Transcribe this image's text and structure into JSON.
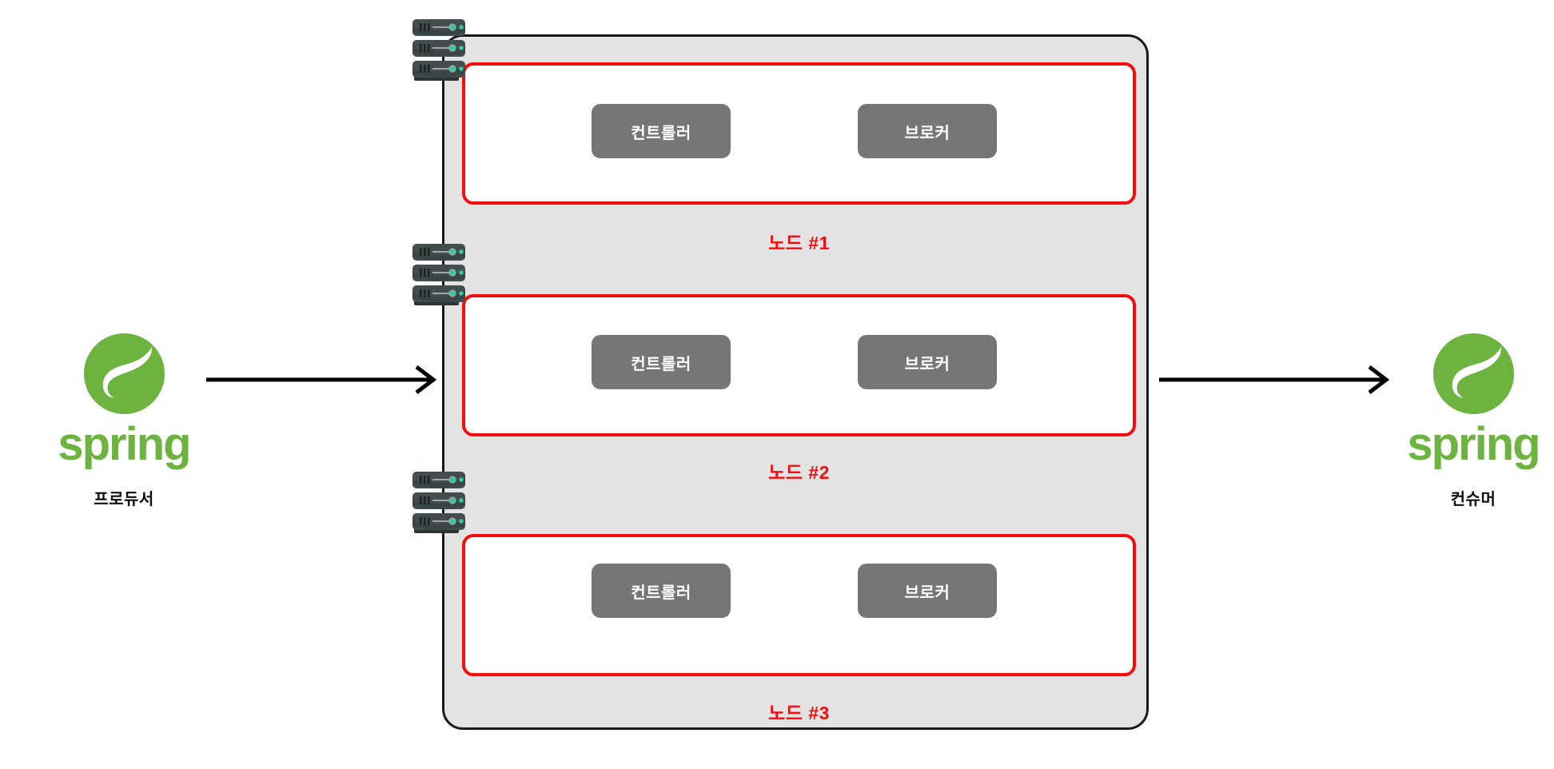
{
  "diagram": {
    "title": "Kafka KRaft cluster diagram",
    "colors": {
      "node_border": "#f40d0d",
      "node_label": "#f40d0d",
      "cluster_bg": "#e3e3e3",
      "cluster_border": "#1a1a1a",
      "component_bg": "#767676",
      "component_text": "#ffffff",
      "spring_green": "#6db33f",
      "arrow": "#000000",
      "server_body": "#404a4a",
      "server_led": "#2ecc9b"
    }
  },
  "producer": {
    "logo_name": "spring-logo",
    "wordmark": "spring",
    "caption": "프로듀서"
  },
  "consumer": {
    "logo_name": "spring-logo",
    "wordmark": "spring",
    "caption": "컨슈머"
  },
  "arrows": {
    "producer_to_cluster": "arrow-right",
    "cluster_to_consumer": "arrow-right"
  },
  "cluster": {
    "nodes": [
      {
        "label": "노드 #1",
        "server_icon": "server-rack-icon",
        "components": [
          {
            "label": "컨트롤러"
          },
          {
            "label": "브로커"
          }
        ]
      },
      {
        "label": "노드 #2",
        "server_icon": "server-rack-icon",
        "components": [
          {
            "label": "컨트롤러"
          },
          {
            "label": "브로커"
          }
        ]
      },
      {
        "label": "노드 #3",
        "server_icon": "server-rack-icon",
        "components": [
          {
            "label": "컨트롤러"
          },
          {
            "label": "브로커"
          }
        ]
      }
    ]
  }
}
